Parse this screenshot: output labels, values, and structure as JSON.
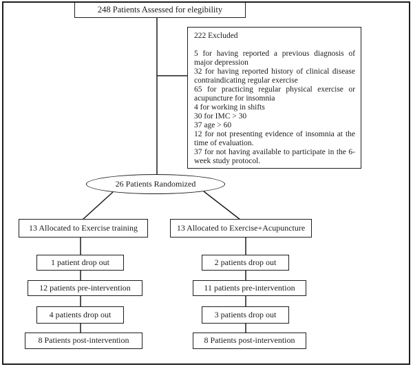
{
  "flow": {
    "assessed": "248 Patients Assessed for elegibility",
    "excluded": {
      "title": "222 Excluded",
      "reasons": [
        "5 for having reported a previous diagnosis of major depression",
        "32 for having reported history of clinical disease contraindicating regular exercise",
        "65 for practicing regular physical exercise or acupuncture for insomnia",
        "4 for working in shifts",
        "30 for IMC > 30",
        "37 age > 60",
        "12 for not presenting evidence of insomnia at the time of evaluation.",
        "37 for not having available to participate in the 6-week study protocol."
      ]
    },
    "randomized": "26 Patients Randomized",
    "left_arm": {
      "allocated": "13 Allocated to Exercise training",
      "steps": [
        "1 patient drop out",
        "12 patients pre-intervention",
        "4 patients drop out",
        "8 Patients post-intervention"
      ]
    },
    "right_arm": {
      "allocated": "13 Allocated to Exercise+Acupuncture",
      "steps": [
        "2 patients drop out",
        "11 patients pre-intervention",
        "3 patients drop out",
        "8 Patients post-intervention"
      ]
    },
    "colors": {
      "line": "#1c1c1c",
      "text": "#1a1a1a",
      "background": "#ffffff"
    }
  }
}
